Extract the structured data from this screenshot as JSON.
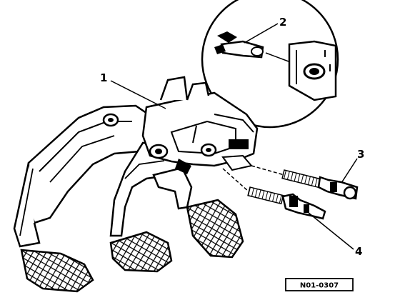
{
  "diagram": {
    "callouts": [
      {
        "id": "1",
        "label": "1"
      },
      {
        "id": "2",
        "label": "2"
      },
      {
        "id": "3",
        "label": "3"
      },
      {
        "id": "4",
        "label": "4"
      }
    ],
    "reference_code": "N01-0307",
    "ink_color": "#000000",
    "background_color": "#ffffff"
  }
}
